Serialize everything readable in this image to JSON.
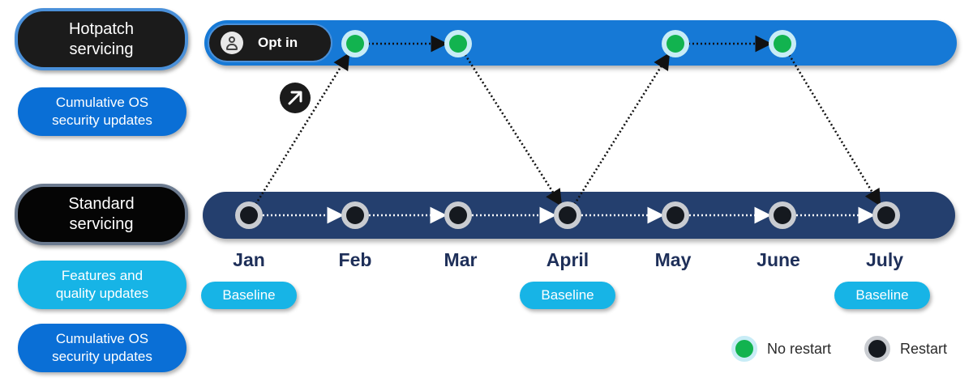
{
  "rows": {
    "hotpatch_label": "Hotpatch\nservicing",
    "hotpatch_sub": "Cumulative OS security updates",
    "standard_label": "Standard\nservicing",
    "standard_sub1": "Features and quality updates",
    "standard_sub2": "Cumulative OS security updates"
  },
  "opt_in": {
    "label": "Opt in",
    "icon": "person-icon"
  },
  "months": [
    "Jan",
    "Feb",
    "Mar",
    "April",
    "May",
    "June",
    "July"
  ],
  "baselines": [
    "Baseline",
    "Baseline",
    "Baseline"
  ],
  "legend": {
    "no_restart": "No restart",
    "restart": "Restart"
  },
  "colors": {
    "hotpatch_lane": "#1679d6",
    "standard_lane": "#243f6e",
    "no_restart_fill": "#12b34f",
    "no_restart_ring": "#c8ecf6",
    "restart_fill": "#15191f",
    "restart_ring": "#c9ccd1"
  },
  "chart_data": {
    "type": "timeline",
    "lanes": [
      "Hotpatch servicing",
      "Standard servicing"
    ],
    "standard_nodes": [
      "Jan",
      "Feb",
      "Mar",
      "April",
      "May",
      "June",
      "July"
    ],
    "hotpatch_nodes": [
      "Feb",
      "Mar",
      "May",
      "June"
    ],
    "baseline_months": [
      "Jan",
      "April",
      "July"
    ],
    "transitions": [
      [
        "Jan",
        "Feb"
      ],
      [
        "Feb",
        "Mar"
      ],
      [
        "Mar",
        "April"
      ],
      [
        "April",
        "May"
      ],
      [
        "May",
        "June"
      ],
      [
        "June",
        "July"
      ]
    ]
  }
}
